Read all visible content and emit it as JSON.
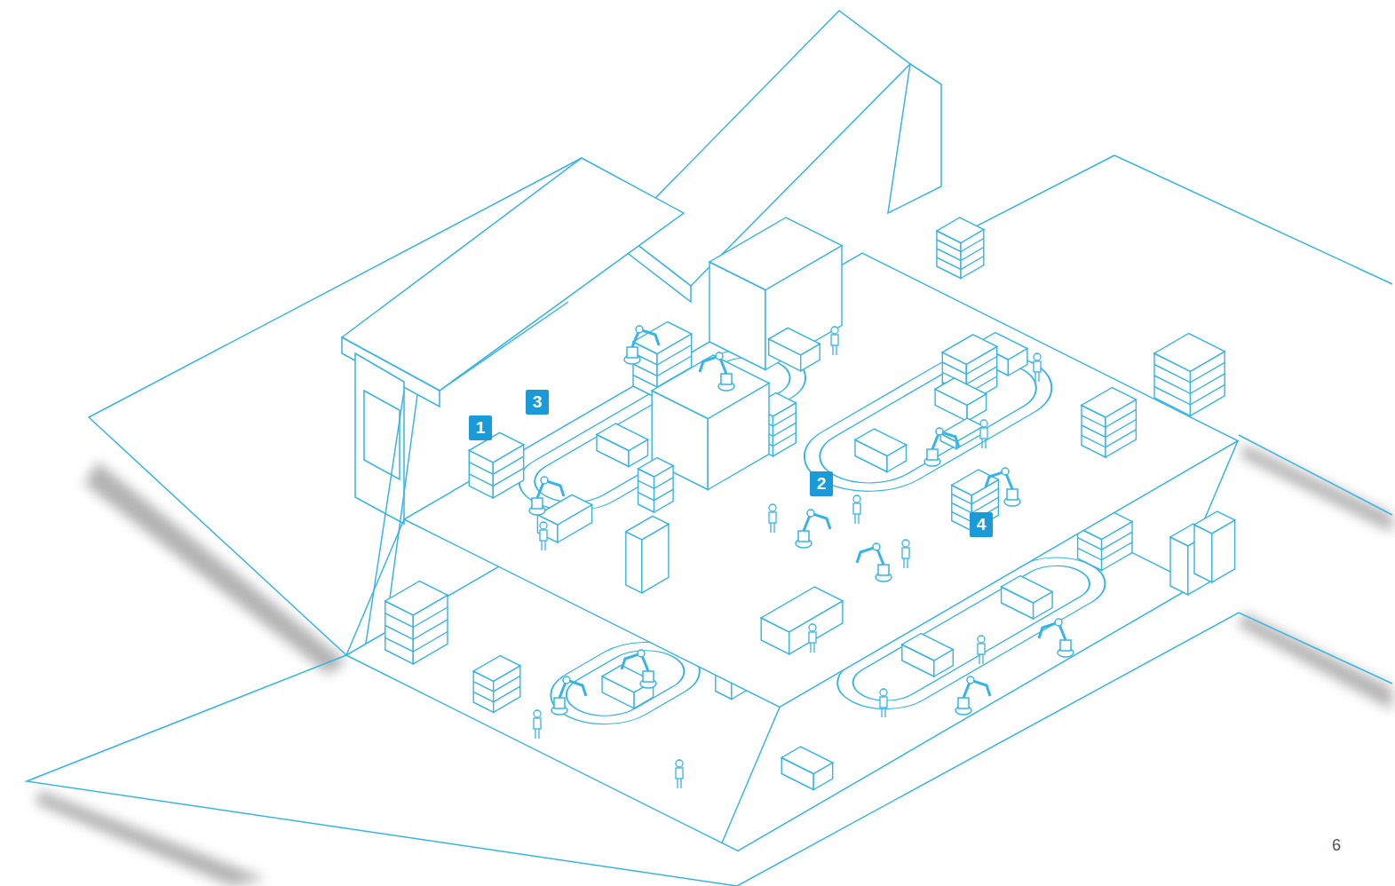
{
  "diagram": {
    "labels": [
      "1",
      "3",
      "2",
      "4",
      "6"
    ]
  }
}
